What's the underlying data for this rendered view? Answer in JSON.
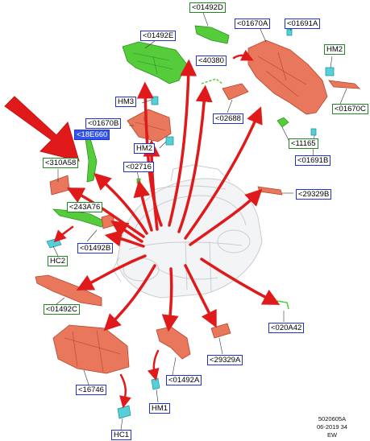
{
  "labels": [
    {
      "text": "<01492D",
      "color": "green"
    },
    {
      "text": "<01670A",
      "color": "blue"
    },
    {
      "text": "<01691A",
      "color": "blue"
    },
    {
      "text": "<01492E",
      "color": "blue"
    },
    {
      "text": "HM2",
      "color": "green"
    },
    {
      "text": "<40380",
      "color": "blue"
    },
    {
      "text": "HM3",
      "color": "blue"
    },
    {
      "text": "<01670B",
      "color": "blue"
    },
    {
      "text": "<02688",
      "color": "blue"
    },
    {
      "text": "<01670C",
      "color": "green"
    },
    {
      "text": "<18E660",
      "color": "highlight"
    },
    {
      "text": "HM2",
      "color": "blue"
    },
    {
      "text": "<11165",
      "color": "green"
    },
    {
      "text": "<01691B",
      "color": "blue"
    },
    {
      "text": "<310A58",
      "color": "green"
    },
    {
      "text": "<02716",
      "color": "blue"
    },
    {
      "text": "<29329B",
      "color": "blue"
    },
    {
      "text": "<243A76",
      "color": "green"
    },
    {
      "text": "<01492B",
      "color": "blue"
    },
    {
      "text": "HC2",
      "color": "green"
    },
    {
      "text": "<01492C",
      "color": "green"
    },
    {
      "text": "<020A42",
      "color": "blue"
    },
    {
      "text": "<29329A",
      "color": "blue"
    },
    {
      "text": "<16746",
      "color": "blue"
    },
    {
      "text": "<01492A",
      "color": "blue"
    },
    {
      "text": "HM1",
      "color": "blue"
    },
    {
      "text": "HC1",
      "color": "blue"
    }
  ],
  "footer": {
    "code": "5020605A",
    "date": "06-2019 34",
    "initials": "EW"
  },
  "colors": {
    "arrow": "#e01a1a",
    "part_copper": "#e8775c",
    "part_green": "#55cc3a",
    "part_cyan": "#55d0d8",
    "label_blue": "#2233cc",
    "label_green": "#1f8a1f",
    "highlight_bg": "#3355ee"
  }
}
